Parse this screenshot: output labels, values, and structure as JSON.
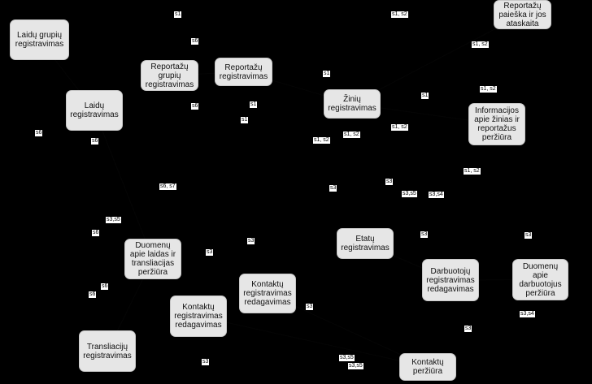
{
  "colors": {
    "background": "#000000",
    "node_fill": "#e6e6e6",
    "node_border": "#c8c8c8",
    "tag_fill": "#ffffff"
  },
  "nodes": {
    "laidu_grupiu": "Laidų grupių\nregistravimas",
    "reportazu_paieska": "Reportažų\npaieška ir jos\nataskaita",
    "reportazu_grupiu": "Reportažų\ngrupių\nregistravimas",
    "reportazu_reg": "Reportažų\nregistravimas",
    "laidu_reg": "Laidų\nregistravimas",
    "ziniu_reg": "Žinių\nregistravimas",
    "informacijos": "Informacijos\napie žinias ir\nreportažus\nperžiūra",
    "etatu_reg": "Etatų\nregistravimas",
    "duomenu_laidas": "Duomenų\napie laidas ir\ntransliacijas\nperžiūra",
    "kontaktu_reg_red_1": "Kontaktų\nregistravimas\nredagavimas",
    "kontaktu_reg_red_2": "Kontaktų\nregistravimas\nredagavimas",
    "darbuotoju_reg": "Darbuotojų\nregistravimas\nredagavimas",
    "duomenu_darbuotojus": "Duomenų\napie\ndarbuotojus\nperžiūra",
    "transliaciju_reg": "Transliacijų\nregistravimas",
    "kontaktu_perziura": "Kontaktų\nperžiūra"
  },
  "tags": [
    "s1",
    "s1, s2",
    "s6",
    "s1, s2",
    "s1",
    "s1, s2",
    "s6",
    "s1",
    "s1",
    "s6",
    "s6",
    "s1",
    "s1, s2",
    "s1, s2",
    "s1, s2",
    "s1, s2",
    "s6, s7",
    "s3",
    "s3",
    "s3,s5",
    "s3,s4",
    "s3,s5",
    "s6",
    "s3",
    "s3",
    "s3",
    "s3",
    "s6",
    "s6",
    "s3",
    "s3,s4",
    "s3",
    "s3",
    "s3,s5",
    "s3,s5"
  ]
}
